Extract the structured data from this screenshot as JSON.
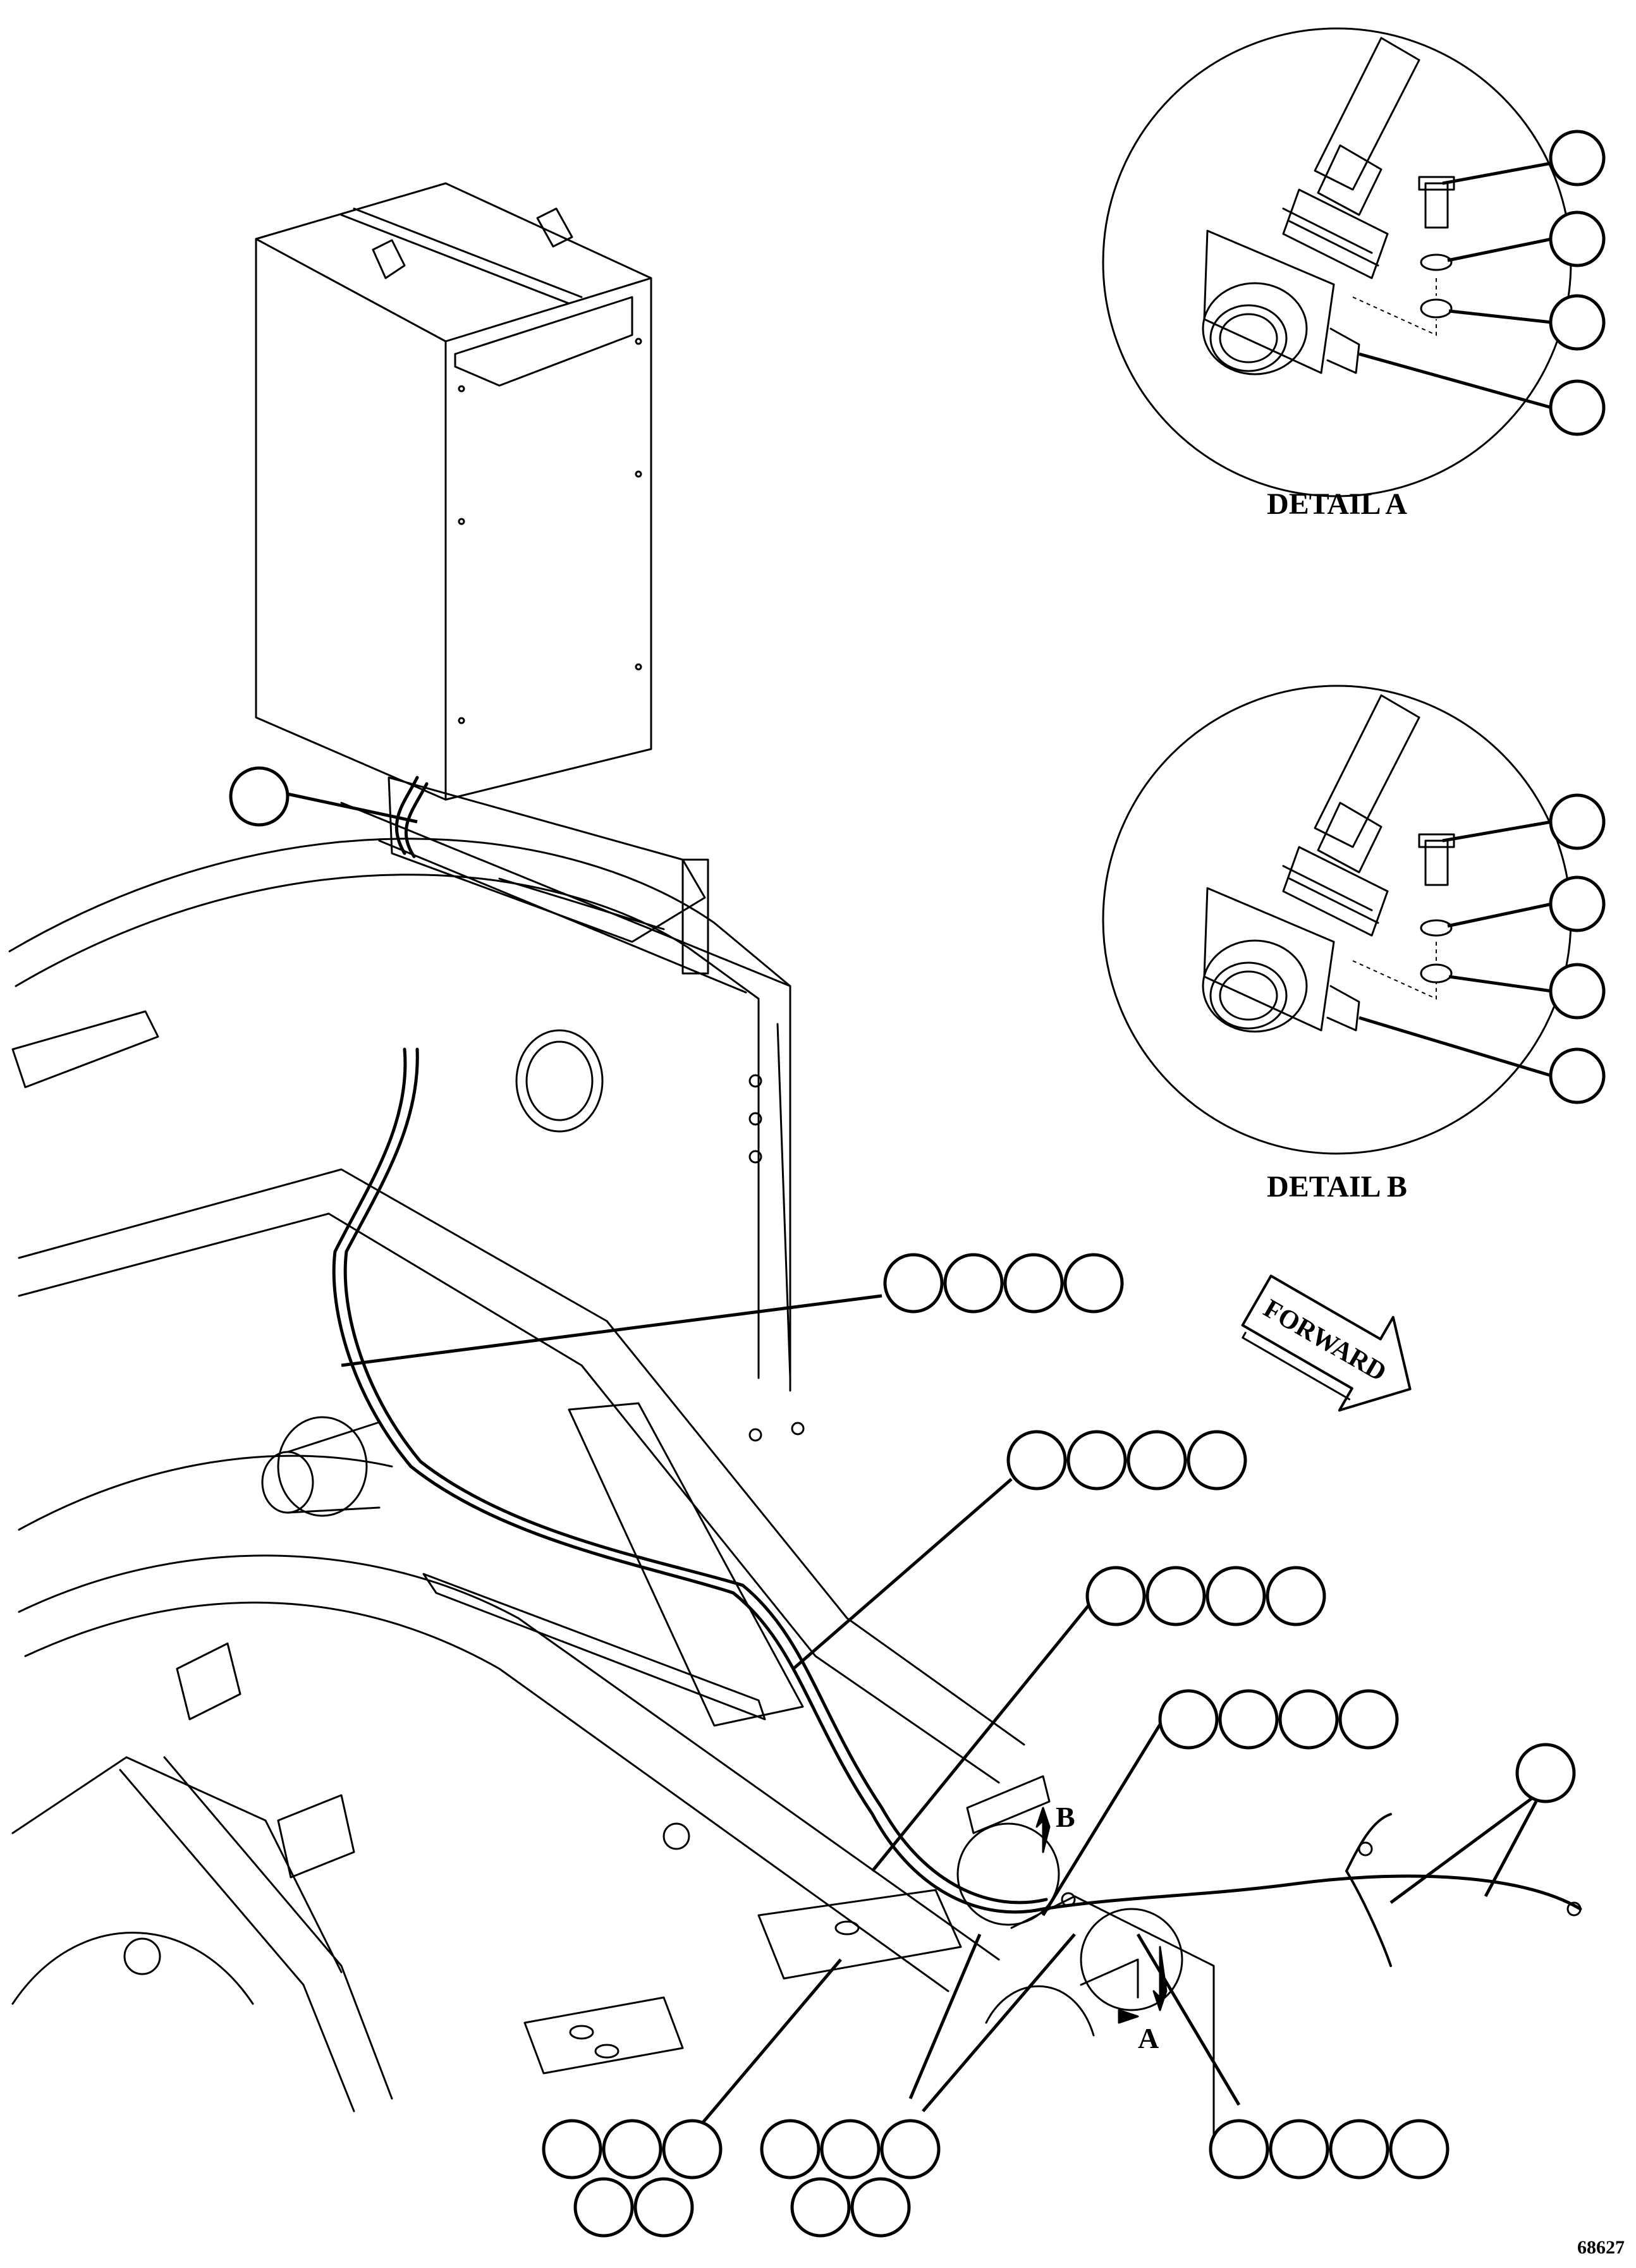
{
  "details": {
    "a_label": "DETAIL A",
    "b_label": "DETAIL B",
    "view_a": "A",
    "view_b": "B"
  },
  "forward_label": "FORWARD",
  "figure_number": "68627"
}
